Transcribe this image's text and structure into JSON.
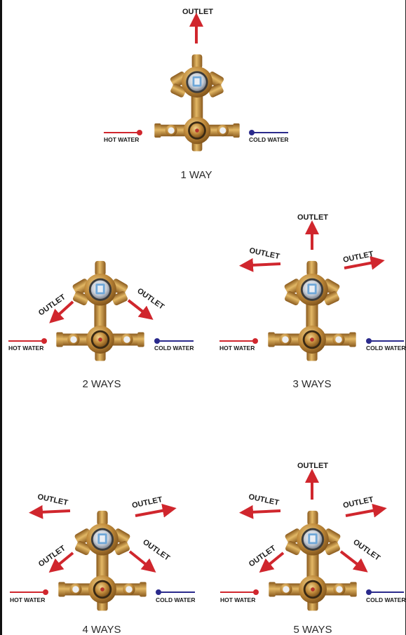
{
  "labels": {
    "outlet": "OUTLET",
    "hot_water": "HOT WATER",
    "cold_water": "COLD WATER"
  },
  "captions": {
    "one": "1 WAY",
    "two": "2 WAYS",
    "three": "3 WAYS",
    "four": "4 WAYS",
    "five": "5 WAYS"
  },
  "colors": {
    "arrow": "#d0262d",
    "hot_line": "#d0262d",
    "cold_line": "#2a2a8c",
    "brass": "#c08a3a",
    "brass_dark": "#8a5a1e",
    "brass_light": "#e7c27a",
    "chrome": "#c9ced6"
  },
  "icons": {
    "outlet_arrow": "arrow-icon",
    "valve": "valve-icon",
    "hot_marker": "hot-dot-icon",
    "cold_marker": "cold-dot-icon"
  }
}
